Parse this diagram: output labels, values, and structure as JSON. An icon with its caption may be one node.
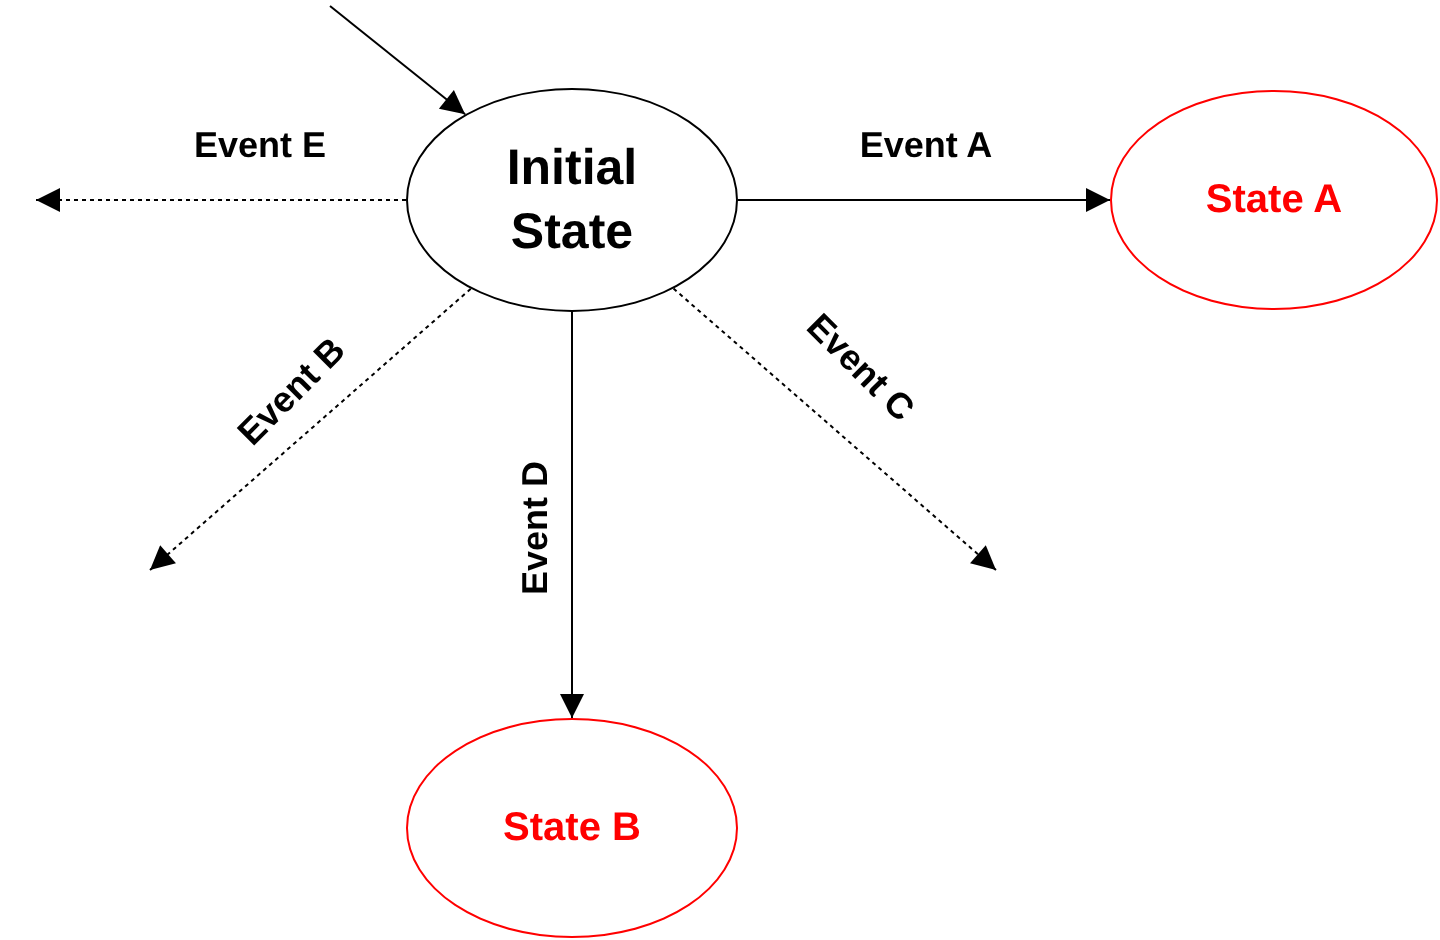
{
  "diagram": {
    "nodes": [
      {
        "text": [
          "Initial State"
        ]
      },
      {
        "text": [
          "State A"
        ]
      },
      {
        "text": [
          "State B"
        ]
      }
    ],
    "edges": [
      {
        "from": null,
        "to": 0,
        "arrow": "to"
      },
      {
        "from": 0,
        "to": null,
        "label": "Event E",
        "arrow": "to",
        "style": "dashed"
      },
      {
        "from": 0,
        "to": 1,
        "label": "Event A",
        "arrow": "to"
      },
      {
        "from": 0,
        "to": null,
        "label": "Event B",
        "arrow": "to",
        "style": "dashed"
      },
      {
        "from": 0,
        "to": 2,
        "label": "Event D",
        "arrow": "to"
      },
      {
        "from": 0,
        "to": null,
        "label": "Event C",
        "arrow": "to",
        "style": "dashed"
      }
    ]
  }
}
